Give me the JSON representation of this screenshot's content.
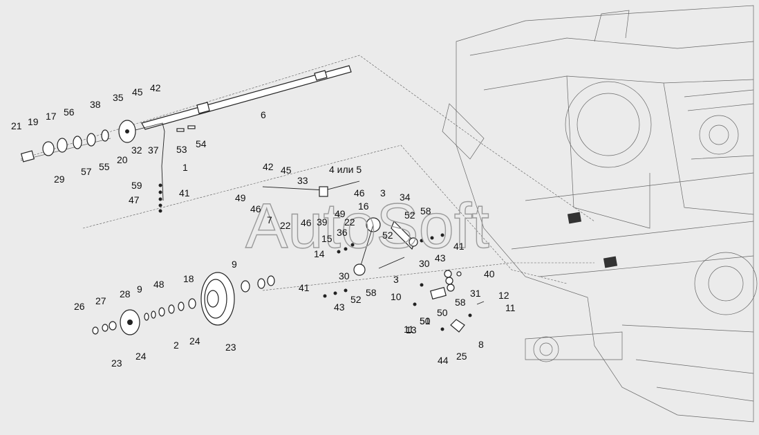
{
  "watermark": "AutoSoft",
  "callouts": [
    "21",
    "19",
    "17",
    "56",
    "38",
    "35",
    "45",
    "42",
    "6",
    "29",
    "57",
    "55",
    "20",
    "32",
    "37",
    "53",
    "54",
    "1",
    "59",
    "47",
    "41",
    "42",
    "45",
    "4 или 5",
    "33",
    "49",
    "46",
    "7",
    "22",
    "46",
    "39",
    "22",
    "16",
    "46",
    "3",
    "34",
    "58",
    "36",
    "15",
    "14",
    "52",
    "49",
    "52",
    "30",
    "43",
    "41",
    "9",
    "30",
    "41",
    "43",
    "52",
    "58",
    "10",
    "3",
    "11",
    "50",
    "58",
    "40",
    "31",
    "12",
    "11",
    "50",
    "13",
    "51",
    "8",
    "44",
    "25",
    "26",
    "27",
    "28",
    "9",
    "48",
    "18",
    "23",
    "24",
    "2",
    "24",
    "23"
  ],
  "colors": {
    "background": "#ebebeb",
    "line": "#222222",
    "watermark": "#9a9a9a"
  }
}
